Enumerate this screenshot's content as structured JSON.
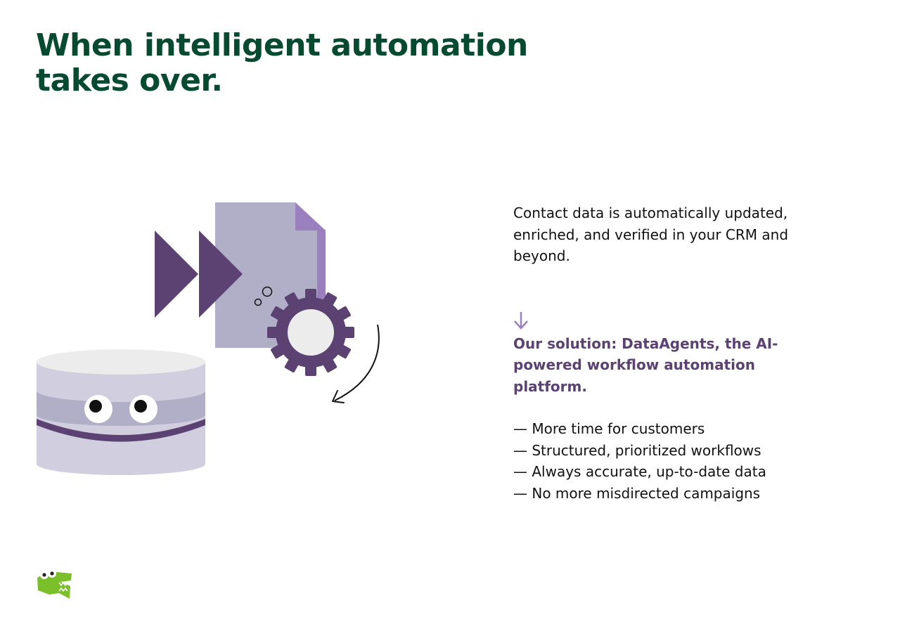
{
  "headline": {
    "line1": "When intelligent automation",
    "line2": "takes over."
  },
  "intro": "Contact data is automatically updated, enriched, and verified in your CRM and beyond.",
  "solution": "Our solution: DataAgents, the AI-powered workflow automation platform.",
  "benefits": [
    "— More time for customers",
    "— Structured, prioritized workflows",
    "— Always accurate, up-to-date data",
    "— No more misdirected campaigns"
  ],
  "icons": {
    "fast_forward": "fast-forward-icon",
    "document": "document-icon",
    "gear": "gear-icon",
    "database_character": "database-character-icon",
    "curved_arrow": "curved-arrow-icon",
    "down_arrow": "arrow-down-icon",
    "logo": "crocodile-logo-icon"
  },
  "colors": {
    "headline": "#074a32",
    "accent_purple": "#5b4272",
    "light_purple": "#9a80bf",
    "document_grey": "#b1aec7",
    "logo_green": "#7bbf2a"
  }
}
